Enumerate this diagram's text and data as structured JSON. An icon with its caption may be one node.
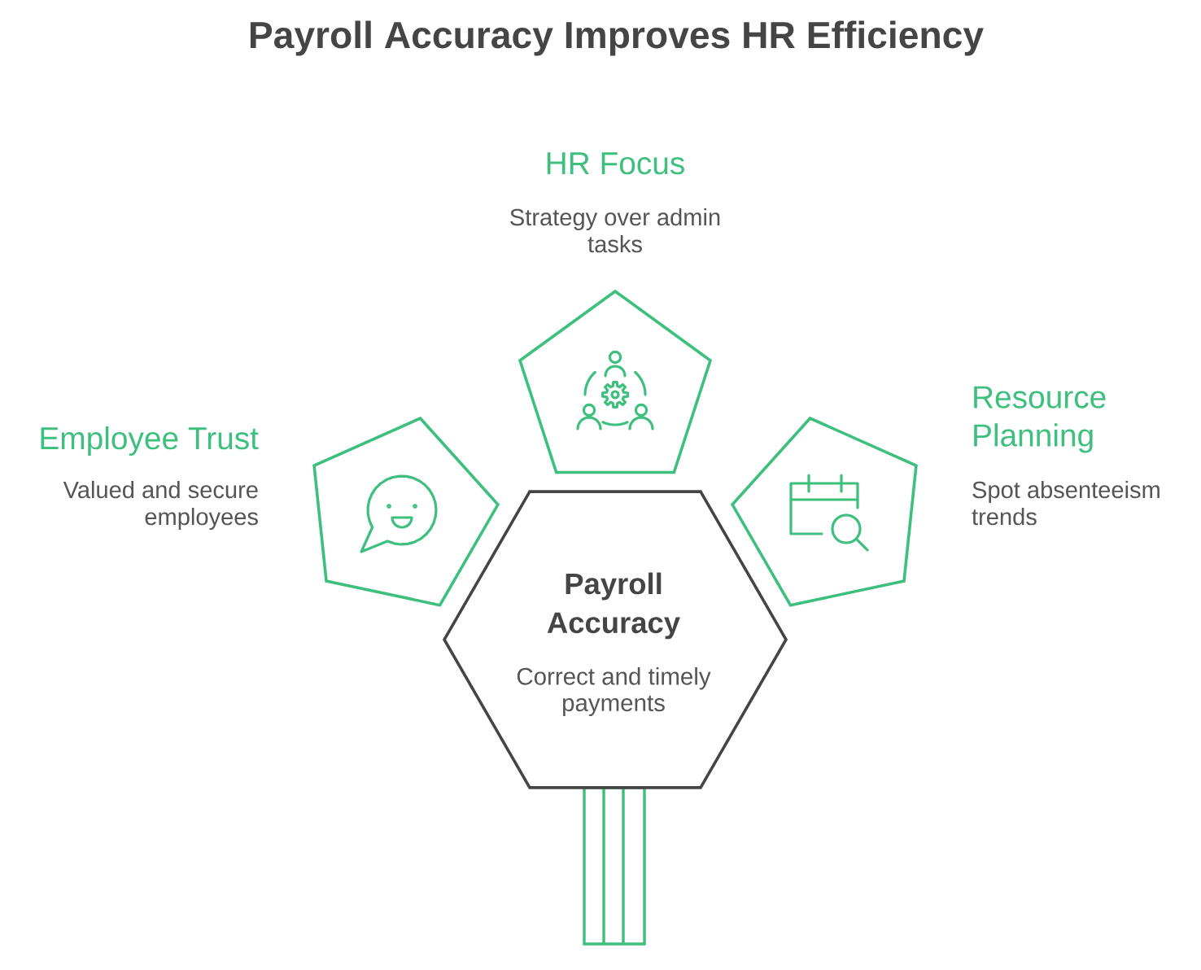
{
  "diagram": {
    "title": "Payroll Accuracy Improves HR Efficiency",
    "nodes": [
      {
        "text": [
          "HR Focus",
          "Strategy over admin tasks"
        ]
      },
      {
        "text": [
          "Employee Trust",
          "Valued and secure employees"
        ]
      },
      {
        "text": [
          "Resource Planning",
          "Spot absenteeism trends"
        ]
      },
      {
        "text": [
          "Payroll Accuracy",
          "Correct and timely payments"
        ]
      }
    ]
  }
}
